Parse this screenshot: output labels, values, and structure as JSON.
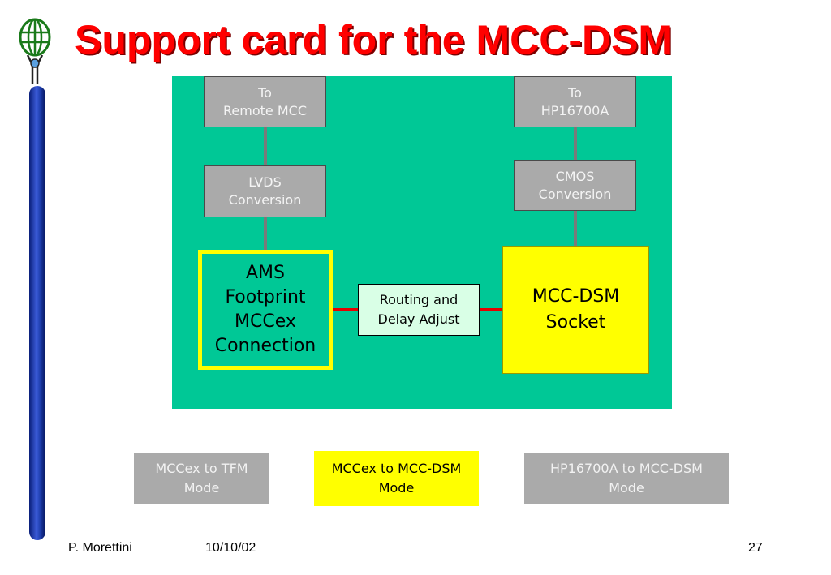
{
  "title": "Support card for the MCC-DSM",
  "diagram": {
    "to_remote_mcc": "To\nRemote MCC",
    "to_hp16700a": "To\nHP16700A",
    "lvds_conversion": "LVDS\nConversion",
    "cmos_conversion": "CMOS\nConversion",
    "ams_footprint": "AMS\nFootprint\nMCCex\nConnection",
    "routing_delay": "Routing and\nDelay Adjust",
    "mcc_dsm_socket": "MCC-DSM\nSocket"
  },
  "modes": [
    {
      "label": "MCCex to TFM\nMode",
      "active": false
    },
    {
      "label": "MCCex to MCC-DSM\nMode",
      "active": true
    },
    {
      "label": "HP16700A to MCC-DSM\nMode",
      "active": false
    }
  ],
  "footer": {
    "author": "P. Morettini",
    "date": "10/10/02",
    "page": "27"
  },
  "colors": {
    "title": "#ff0000",
    "board": "#00c896",
    "highlight": "#ffff00",
    "inactive_box": "#aaaaaa",
    "signal_line": "#e60000"
  },
  "icons": {
    "logo": "atlas-logo-icon",
    "side_bar": "vertical-blue-bar"
  }
}
